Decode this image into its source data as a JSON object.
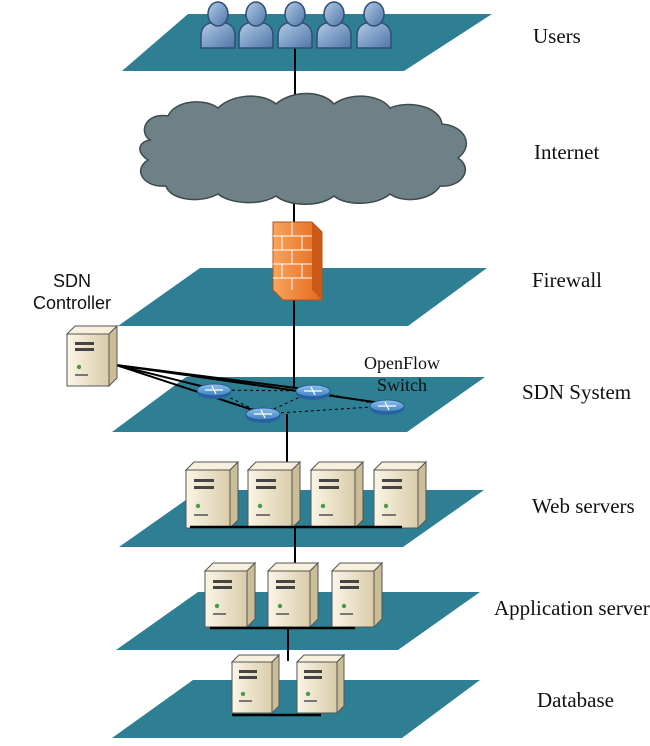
{
  "layers": [
    {
      "id": "users",
      "label": "Users",
      "icon": "user-icon"
    },
    {
      "id": "internet",
      "label": "Internet",
      "icon": "cloud-icon"
    },
    {
      "id": "firewall",
      "label": "Firewall",
      "icon": "firewall-icon"
    },
    {
      "id": "sdn",
      "label": "SDN System",
      "icon": "switch-icon"
    },
    {
      "id": "web",
      "label": "Web servers",
      "icon": "server-icon"
    },
    {
      "id": "app",
      "label": "Application servers",
      "icon": "server-icon"
    },
    {
      "id": "db",
      "label": "Database",
      "icon": "server-icon"
    }
  ],
  "controller": {
    "line1": "SDN",
    "line2": "Controller",
    "icon": "server-icon"
  },
  "switch_label": {
    "line1": "OpenFlow",
    "line2": "Switch",
    "icon": "switch-icon"
  },
  "counts": {
    "users": 5,
    "switches": 4,
    "web_servers": 4,
    "app_servers": 3,
    "db_servers": 2
  },
  "colors": {
    "plane": "#2e7f93",
    "user": "#6f93bf",
    "cloud": "#6e8187",
    "firewall": "#f07a2a",
    "server": "#efe5cc"
  }
}
